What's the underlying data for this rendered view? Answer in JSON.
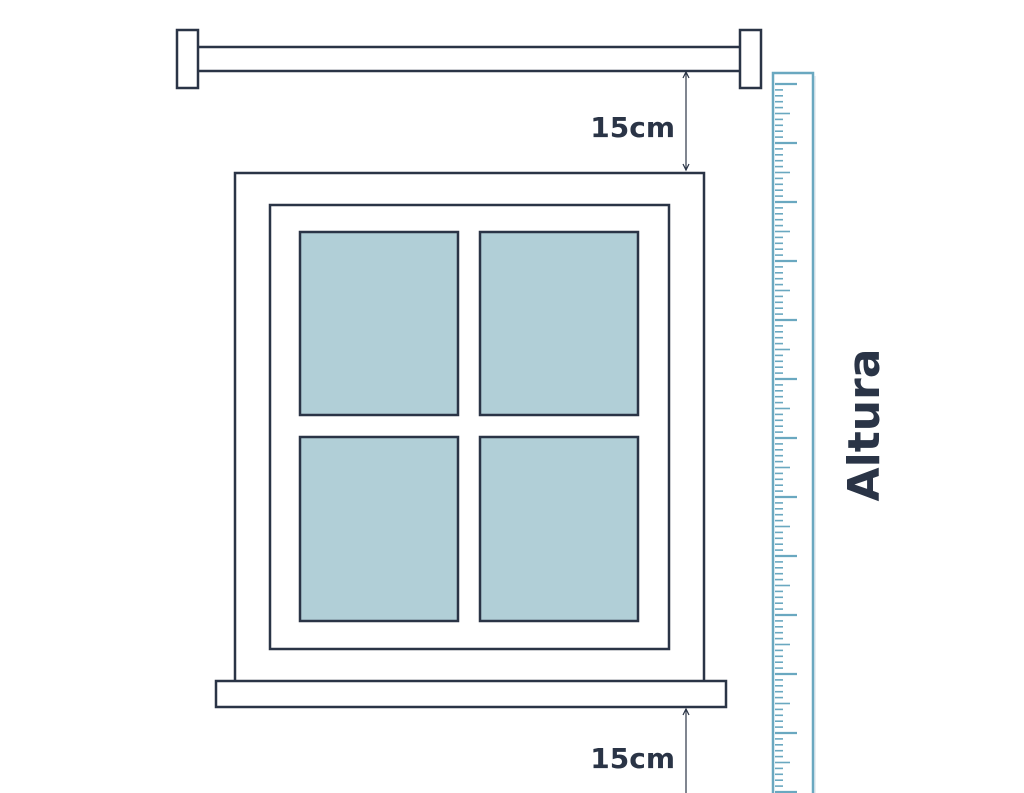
{
  "colors": {
    "outline": "#2a3446",
    "glass": "#b1cfd7",
    "ruler": "#6aa8c0",
    "ruler_fill": "#ffffff",
    "background": "#ffffff",
    "text": "#2a3446"
  },
  "labels": {
    "top_gap": "15cm",
    "bottom_gap": "15cm",
    "height_axis": "Altura"
  },
  "icons": {
    "curtain_rod": "curtain-rod-icon",
    "window": "window-icon",
    "ruler": "ruler-icon"
  }
}
